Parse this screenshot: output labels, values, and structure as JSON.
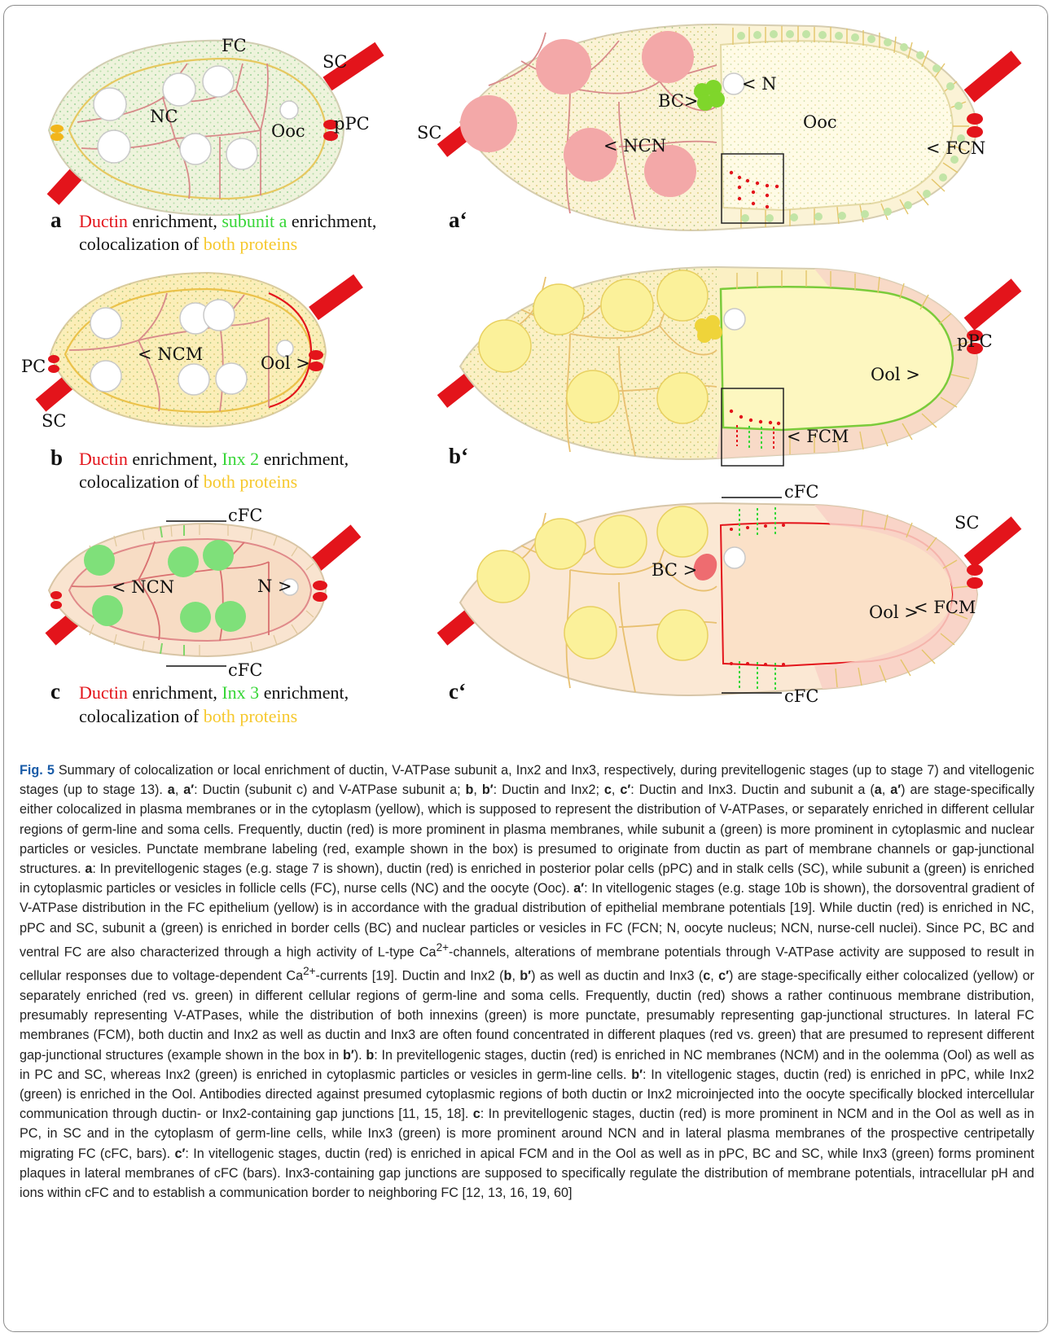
{
  "panels": {
    "a": {
      "letter": "a",
      "legend": {
        "c1": "Ductin",
        "t1": " enrichment, ",
        "c2": "subunit a",
        "t2": " enrichment,",
        "line2a": "colocalization of ",
        "c3": "both proteins"
      },
      "labels": {
        "fc": "FC",
        "sc": "SC",
        "nc": "NC",
        "ooc": "Ooc",
        "ppc": "pPC"
      }
    },
    "a2": {
      "letter": "a‘",
      "labels": {
        "sc": "SC",
        "bc": "BC>",
        "n": "< N",
        "ooc": "Ooc",
        "ncn": "< NCN",
        "fcn": "< FCN"
      }
    },
    "b": {
      "letter": "b",
      "legend": {
        "c1": "Ductin",
        "t1": " enrichment, ",
        "c2": "Inx 2",
        "t2": " enrichment,",
        "line2a": "colocalization of ",
        "c3": "both proteins"
      },
      "labels": {
        "pc": "PC",
        "ncm": "< NCM",
        "ool": "Ool >",
        "sc": "SC"
      }
    },
    "b2": {
      "letter": "b‘",
      "labels": {
        "ppc": "pPC",
        "ool": "Ool >",
        "fcm": "< FCM"
      }
    },
    "c": {
      "letter": "c",
      "legend": {
        "c1": "Ductin",
        "t1": " enrichment, ",
        "c2": "Inx 3",
        "t2": " enrichment,",
        "line2a": "colocalization of ",
        "c3": "both proteins"
      },
      "labels": {
        "cfc_top": "cFC",
        "ncn": "< NCN",
        "n": "N >",
        "cfc_bottom": "cFC"
      }
    },
    "c2": {
      "letter": "c‘",
      "labels": {
        "cfc_top": "cFC",
        "sc": "SC",
        "bc": "BC >",
        "ool": "Ool >",
        "fcm": "< FCM",
        "cfc_bottom": "cFC"
      }
    }
  },
  "colors": {
    "ductin": "#e3141b",
    "subunit": "#37d637",
    "both": "#f6c82c"
  },
  "caption": {
    "figno": "Fig. 5",
    "s1": " Summary of colocalization or local enrichment of ductin, V-ATPase subunit a, Inx2 and Inx3, respectively, during previtellogenic stages (up to stage 7) and vitellogenic stages (up to stage 13). ",
    "s2": "a",
    "s3": ", ",
    "s4": "a′",
    "s5": ": Ductin (subunit c) and V-ATPase subunit a; ",
    "s6": "b",
    "s7": ", ",
    "s8": "b′",
    "s9": ": Ductin and Inx2; ",
    "s10": "c",
    "s11": ", ",
    "s12": "c′",
    "s13": ": Ductin and Inx3. Ductin and subunit a (",
    "s14": "a",
    "s15": ", ",
    "s16": "a′",
    "s17": ") are stage-specifically either colocalized in plasma membranes or in the cytoplasm (yellow), which is supposed to represent the distribution of V-ATPases, or separately enriched in different cellular regions of germ-line and soma cells. Frequently, ductin (red) is more prominent in plasma membranes, while subunit a (green) is more prominent in cytoplasmic and nuclear particles or vesicles. Punctate membrane labeling (red, example shown in the box) is presumed to originate from ductin as part of membrane channels or gap-junctional structures. ",
    "s18": "a",
    "s19": ": In previtellogenic stages (e.g. stage 7 is shown), ductin (red) is enriched in posterior polar cells (pPC) and in stalk cells (SC), while subunit a (green) is enriched in cytoplasmic particles or vesicles in follicle cells (FC), nurse cells (NC) and the oocyte (Ooc). ",
    "s20": "a′",
    "s21": ": In vitellogenic stages (e.g. stage 10b is shown), the dorsoventral gradient of V-ATPase distribution in the FC epithelium (yellow) is in accordance with the gradual distribution of epithelial membrane potentials [19]. While ductin (red) is enriched in NC, pPC and SC, subunit a (green) is enriched in border cells (BC) and nuclear particles or vesicles in FC (FCN; N, oocyte nucleus; NCN, nurse-cell nuclei). Since PC, BC and ventral FC are also characterized through a high activity of L-type Ca",
    "s22": "2+",
    "s23": "-channels, alterations of membrane potentials through V-ATPase activity are supposed to result in cellular responses due to voltage-dependent Ca",
    "s24": "2+",
    "s25": "-currents [19]. Ductin and Inx2 (",
    "s26": "b",
    "s27": ", ",
    "s28": "b′",
    "s29": ") as well as ductin and Inx3 (",
    "s30": "c",
    "s31": ", ",
    "s32": "c′",
    "s33": ") are stage-specifically either colocalized (yellow) or separately enriched (red vs. green) in different cellular regions of germ-line and soma cells. Frequently, ductin (red) shows a rather continuous membrane distribution, presumably representing V-ATPases, while the distribution of both innexins (green) is more punctate, presumably representing gap-junctional structures. In lateral FC membranes (FCM), both ductin and Inx2 as well as ductin and Inx3 are often found concentrated in different plaques (red vs. green) that are presumed to represent different gap-junctional structures (example shown in the box in ",
    "s34": "b′",
    "s35": "). ",
    "s36": "b",
    "s37": ": In previtellogenic stages, ductin (red) is enriched in NC membranes (NCM) and in the oolemma (Ool) as well as in PC and SC, whereas Inx2 (green) is enriched in cytoplasmic particles or vesicles in germ-line cells. ",
    "s38": "b′",
    "s39": ": In vitellogenic stages, ductin (red) is enriched in pPC, while Inx2 (green) is enriched in the Ool. Antibodies directed against presumed cytoplasmic regions of both ductin or Inx2 microinjected into the oocyte specifically blocked intercellular communication through ductin- or Inx2-containing gap junctions [11, 15, 18]. ",
    "s40": "c",
    "s41": ": In previtellogenic stages, ductin (red) is more prominent in NCM and in the Ool as well as in PC, in SC and in the cytoplasm of germ-line cells, while Inx3 (green) is more prominent around NCN and in lateral plasma membranes of the prospective centripetally migrating FC (cFC, bars). ",
    "s42": "c′",
    "s43": ": In vitellogenic stages, ductin (red) is enriched in apical FCM and in the Ool as well as in pPC, BC and SC, while Inx3 (green) forms prominent plaques in lateral membranes of cFC (bars). Inx3-containing gap junctions are supposed to specifically regulate the distribution of membrane potentials, intracellular pH and ions within cFC and to establish a communication border to neighboring FC [12, 13, 16, 19, 60]"
  }
}
